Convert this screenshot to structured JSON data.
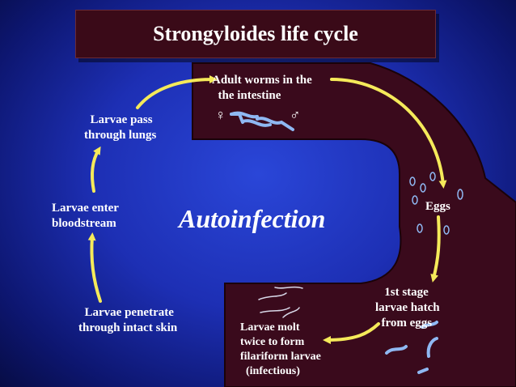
{
  "title": "Strongyloides life cycle",
  "center_label": "Autoinfection",
  "stages": {
    "adult_worms": "Adult worms in the\n  the intestine",
    "eggs": "Eggs",
    "first_stage": "   1st stage\nlarvae hatch\n  from eggs",
    "molt": "Larvae molt\ntwice to form\nfilariform larvae\n  (infectious)",
    "penetrate": "  Larvae penetrate\nthrough intact skin",
    "bloodstream": "Larvae enter\nbloodstream",
    "lungs": "  Larvae pass\nthrough lungs"
  },
  "symbols": {
    "female": "♀",
    "male": "♂"
  },
  "colors": {
    "intestine_fill": "#3a0a1c",
    "arrow": "#f5ea5a",
    "worm": "#8fb8f2",
    "title_bar": "#3a0a18"
  }
}
